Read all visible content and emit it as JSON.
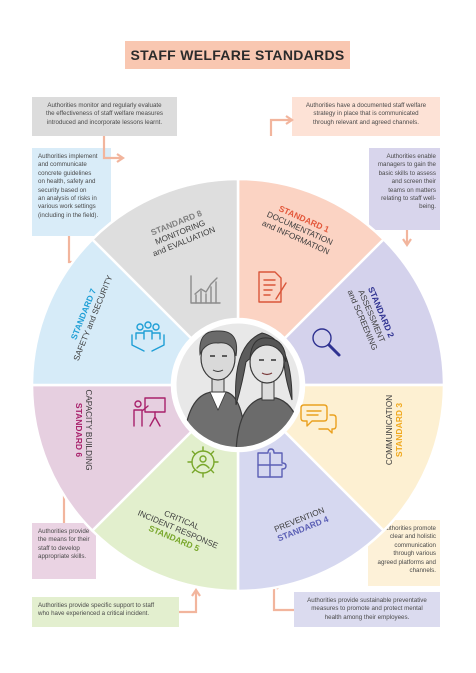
{
  "title": "STAFF WELFARE STANDARDS",
  "colors": {
    "s1": "#fbd3c3",
    "s2": "#d4d2ec",
    "s3": "#fdf0d2",
    "s4": "#d6d8f0",
    "s5": "#e2efcd",
    "s6": "#e6cfe0",
    "s7": "#d6ebf8",
    "s8": "#dedede",
    "arrow": "#f2b59d"
  },
  "segments": {
    "s1": {
      "num": "STANDARD 1",
      "name1": "DOCUMENTATION",
      "name2": "and INFORMATION",
      "num_color": "#e3573a",
      "icon": "document-icon"
    },
    "s2": {
      "num": "STANDARD 2",
      "name1": "ASSESSMENT",
      "name2": "and SCREENING",
      "num_color": "#2f3291",
      "icon": "magnifier-icon"
    },
    "s3": {
      "num": "STANDARD 3",
      "name1": "COMMUNICATION",
      "num_color": "#f0a81d",
      "icon": "speech-bubbles-icon"
    },
    "s4": {
      "num": "STANDARD 4",
      "name1": "PREVENTION",
      "num_color": "#5b5fb5",
      "icon": "puzzle-icon"
    },
    "s5": {
      "num": "STANDARD 5",
      "name1": "CRITICAL",
      "name2": "INCIDENT RESPONSE",
      "num_color": "#79a72b",
      "icon": "gear-person-icon"
    },
    "s6": {
      "num": "STANDARD 6",
      "name1": "CAPACITY BUILDING",
      "num_color": "#a8206b",
      "icon": "presenter-icon"
    },
    "s7": {
      "num": "STANDARD 7",
      "name1": "SAFETY and SECURITY",
      "num_color": "#1f9fd6",
      "icon": "people-hands-icon"
    },
    "s8": {
      "num": "STANDARD 8",
      "name1": "MONITORING",
      "name2": "and EVALUATION",
      "num_color": "#808080",
      "icon": "bar-chart-icon"
    }
  },
  "boxes": {
    "b8": [
      "Authorities monitor and regularly evaluate",
      "the effectiveness of staff welfare measures",
      "introduced and incorporate lessons learnt."
    ],
    "b1": [
      "Authorities have a documented staff welfare",
      "strategy in place that is communicated",
      "through relevant and agreed channels."
    ],
    "b7": [
      "Authorities implement",
      "and communicate",
      "concrete guidelines",
      "on health, safety and",
      "security based on",
      "an analysis of risks in",
      "various work settings",
      "(including in the field)."
    ],
    "b2": [
      "Authorities enable",
      "managers to gain the",
      "basic skills to assess",
      "and screen their",
      "teams on matters",
      "relating to staff well-",
      "being."
    ],
    "b6": [
      "Authorities provide",
      "the means for their",
      "staff to develop",
      "appropriate skills."
    ],
    "b3": [
      "Authorities promote",
      "clear and holistic",
      "communication",
      "through various",
      "agreed platforms and",
      "channels."
    ],
    "b5": [
      "Authorities provide specific support to staff",
      "who have experienced a critical incident."
    ],
    "b4": [
      "Authorities provide sustainable preventative",
      "measures to promote and protect mental",
      "health among their employees."
    ]
  }
}
